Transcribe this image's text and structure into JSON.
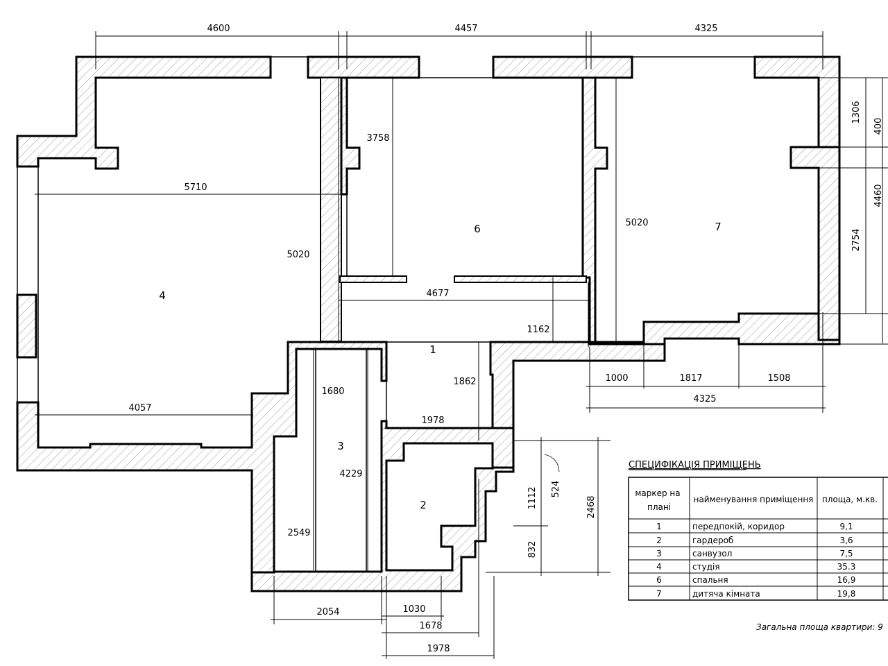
{
  "dimensions": {
    "top_1": "4600",
    "top_2": "4457",
    "top_3": "4325",
    "right_1306": "1306",
    "right_400": "400",
    "right_4460": "4460",
    "right_2754": "2754",
    "room6_width": "3758",
    "room4_width": "5710",
    "corridor_5020": "5020",
    "room7_5020": "5020",
    "hall_4677": "4677",
    "hall_1162": "1162",
    "hall_1862": "1862",
    "room4_bottom": "4057",
    "bath_1680": "1680",
    "bath_4229": "4229",
    "bath_2549": "2549",
    "wardrobe_1978": "1978",
    "bottom_2054": "2054",
    "bottom_1030": "1030",
    "bottom_1678": "1678",
    "bottom_1978": "1978",
    "r7_1000": "1000",
    "r7_1817": "1817",
    "r7_1508": "1508",
    "r7_4325": "4325",
    "w2_1112": "1112",
    "w2_524": "524",
    "w2_832": "832",
    "w2_2468": "2468"
  },
  "rooms": {
    "r1": "1",
    "r2": "2",
    "r3": "3",
    "r4": "4",
    "r6": "6",
    "r7": "7"
  },
  "spec": {
    "title": "СПЕЦИФІКАЦІЯ ПРИМІЩЕНЬ",
    "headers": {
      "marker_line1": "маркер на",
      "marker_line2": "плані",
      "name": "найменування приміщення",
      "area": "площа, м.кв."
    },
    "rows": [
      {
        "marker": "1",
        "name": "передпокій, коридор",
        "area": "9,1"
      },
      {
        "marker": "2",
        "name": "гардероб",
        "area": "3,6"
      },
      {
        "marker": "3",
        "name": "санвузол",
        "area": "7,5"
      },
      {
        "marker": "4",
        "name": "студія",
        "area": "35.3"
      },
      {
        "marker": "6",
        "name": "спальня",
        "area": "16,9"
      },
      {
        "marker": "7",
        "name": "дитяча кімната",
        "area": "19,8"
      }
    ],
    "total": "Загальна площа квартири: 9"
  }
}
